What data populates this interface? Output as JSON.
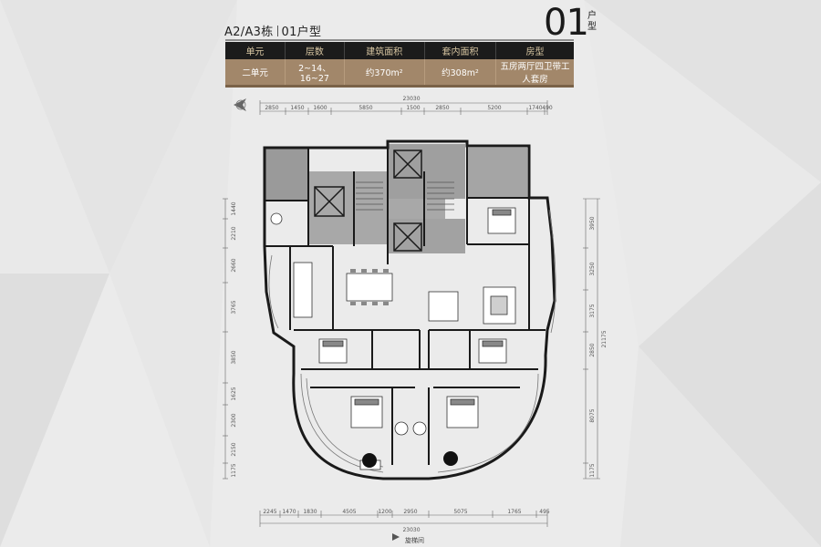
{
  "header": {
    "building": "A2/A3栋",
    "type_label": "01户型",
    "big_number": "01",
    "number_suffix": "户型"
  },
  "table": {
    "columns": [
      "单元",
      "层数",
      "建筑面积",
      "套内面积",
      "房型"
    ],
    "row": [
      "二单元",
      "2~14、16~27",
      "约370m²",
      "约308m²",
      "五房两厅四卫带工人套房"
    ]
  },
  "dimensions": {
    "top_total": "23030",
    "top": [
      "2850",
      "1450",
      "1600",
      "5850",
      "1500",
      "2850",
      "5200",
      "1740",
      "490"
    ],
    "bottom_total": "23030",
    "bottom": [
      "2245",
      "1470",
      "1830",
      "4505",
      "1200",
      "2950",
      "5075",
      "1765",
      "495"
    ],
    "left": [
      "1440",
      "2210",
      "2660",
      "3765",
      "3850",
      "1625",
      "2300",
      "2150",
      "1175"
    ],
    "right_total": "21175",
    "right": [
      "3950",
      "3250",
      "3175",
      "2850",
      "8075",
      "1175"
    ]
  },
  "compass": {
    "label": "旋梯间"
  }
}
